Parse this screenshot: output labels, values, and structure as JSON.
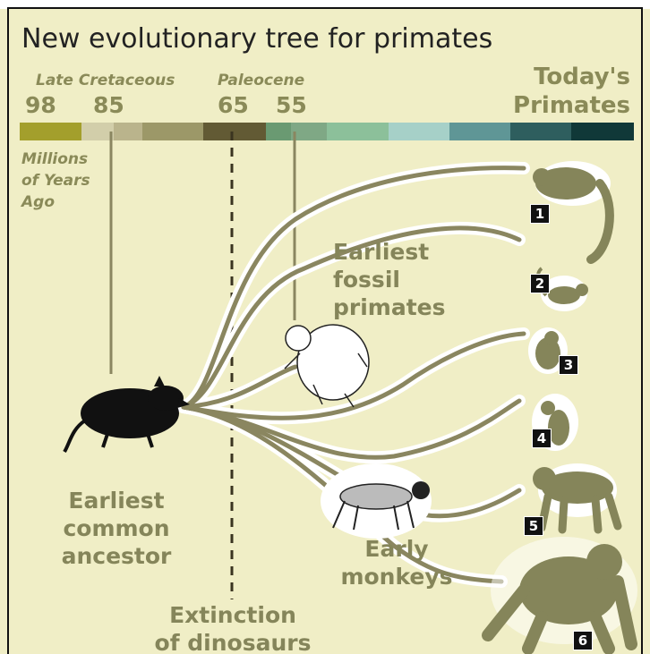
{
  "title": "New evolutionary tree for primates",
  "eras": {
    "late_cretaceous": "Late Cretaceous",
    "paleocene": "Paleocene"
  },
  "years": [
    "98",
    "85",
    "65",
    "55"
  ],
  "timebar_label": {
    "line1": "Millions",
    "line2": "of Years",
    "line3": "Ago"
  },
  "today": {
    "line1": "Today's",
    "line2": "Primates"
  },
  "labels": {
    "earliest_fossil": {
      "line1": "Earliest",
      "line2": "fossil",
      "line3": "primates"
    },
    "common_ancestor": {
      "line1": "Earliest",
      "line2": "common",
      "line3": "ancestor"
    },
    "early_monkeys": {
      "line1": "Early",
      "line2": "monkeys"
    },
    "extinction": {
      "line1": "Extinction",
      "line2": "of dinosaurs"
    }
  },
  "primate_numbers": [
    "1",
    "2",
    "3",
    "4",
    "5",
    "6"
  ],
  "colors": {
    "background": "#f0eec6",
    "branch": "#8a8660",
    "label_text": "#85855a",
    "timebar": [
      "#a39f2c",
      "#d2ceaa",
      "#bab48c",
      "#9c9868",
      "#625a34",
      "#8c8450",
      "#6a9a72",
      "#8cc09a",
      "#a6d0c8",
      "#86bbbf",
      "#4e8a8a",
      "#2e5e5e",
      "#103838"
    ]
  }
}
